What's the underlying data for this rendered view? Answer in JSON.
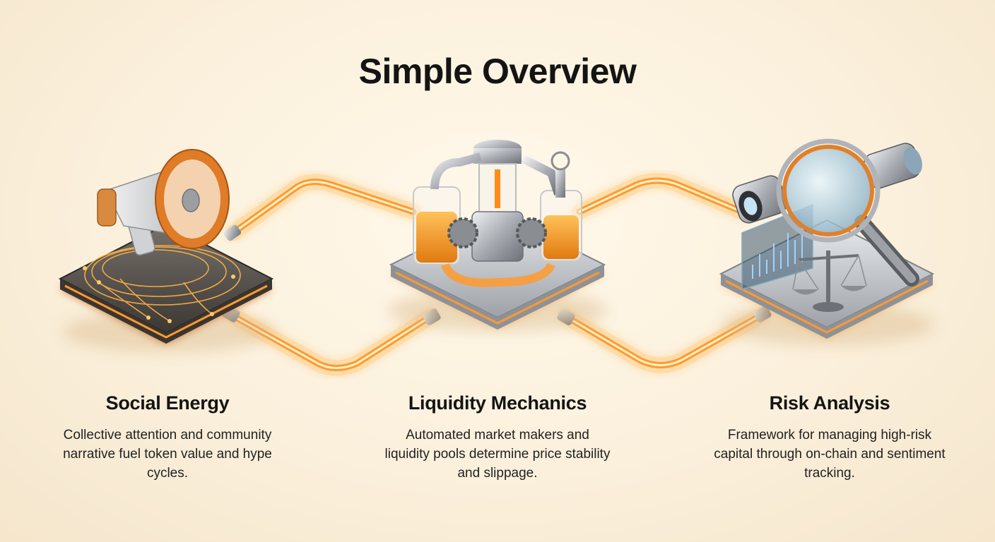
{
  "title": "Simple Overview",
  "stages": [
    {
      "heading": "Social Energy",
      "description": "Collective attention and community narrative fuel token value and hype cycles.",
      "icon": "megaphone-icon"
    },
    {
      "heading": "Liquidity Mechanics",
      "description": "Automated market makers and liquidity pools determine price stability and slippage.",
      "icon": "liquidity-pump-icon"
    },
    {
      "heading": "Risk Analysis",
      "description": "Framework for managing high-risk capital through on-chain and sentiment tracking.",
      "icon": "magnifier-scale-icon"
    }
  ],
  "colors": {
    "background": "#fbf0dc",
    "pipe_glow": "#ffb347",
    "pipe_core": "#ff8c1a",
    "platform": "#5a5652",
    "metal": "#b8bcc2",
    "text": "#141414"
  }
}
